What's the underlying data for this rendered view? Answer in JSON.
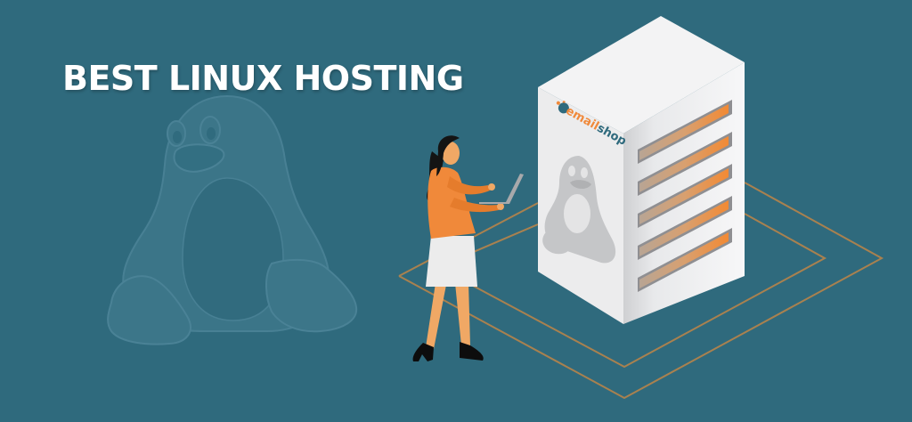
{
  "banner": {
    "headline": "BEST LINUX HOSTING",
    "background_color": "#2f6a7d",
    "accent_color": "#f0893a",
    "outline_color": "#a9814f"
  },
  "server": {
    "brand_logo": {
      "prefix": "e",
      "name_part1": "mail",
      "name_part2": "shop",
      "prefix_color": "#f0893a",
      "name_color": "#2f6a7d"
    },
    "mascot_icon": "linux-tux-icon",
    "slot_count": 5
  },
  "background_mascot_icon": "linux-tux-icon",
  "person": {
    "device": "laptop-icon",
    "top_color": "#f0893a",
    "skirt_color": "#eeeeee"
  }
}
